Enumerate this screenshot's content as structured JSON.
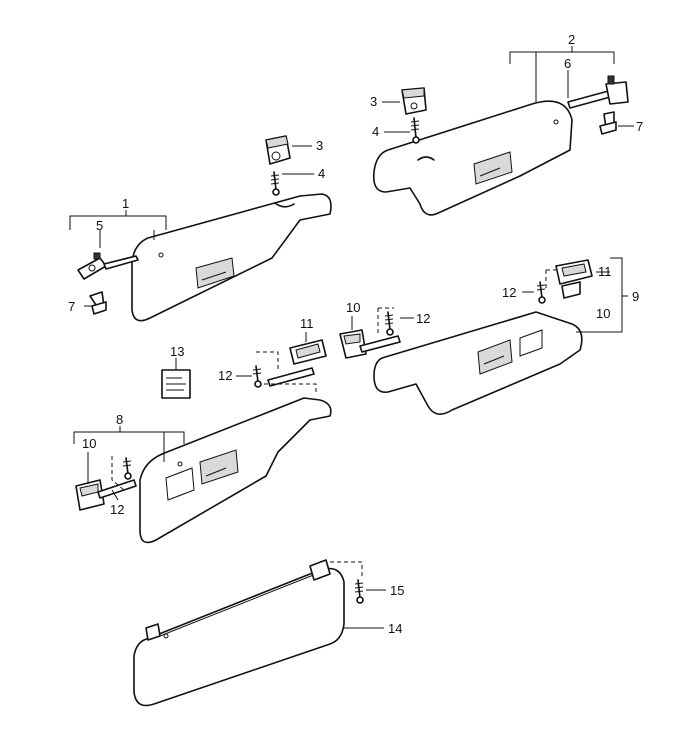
{
  "callouts": {
    "c1": "1",
    "c2": "2",
    "c3a": "3",
    "c3b": "3",
    "c4a": "4",
    "c4b": "4",
    "c5": "5",
    "c6": "6",
    "c7a": "7",
    "c7b": "7",
    "c8": "8",
    "c9": "9",
    "c10a": "10",
    "c10b": "10",
    "c10c": "10",
    "c11a": "11",
    "c11b": "11",
    "c12a": "12",
    "c12b": "12",
    "c12c": "12",
    "c13": "13",
    "c14": "14",
    "c15": "15"
  }
}
